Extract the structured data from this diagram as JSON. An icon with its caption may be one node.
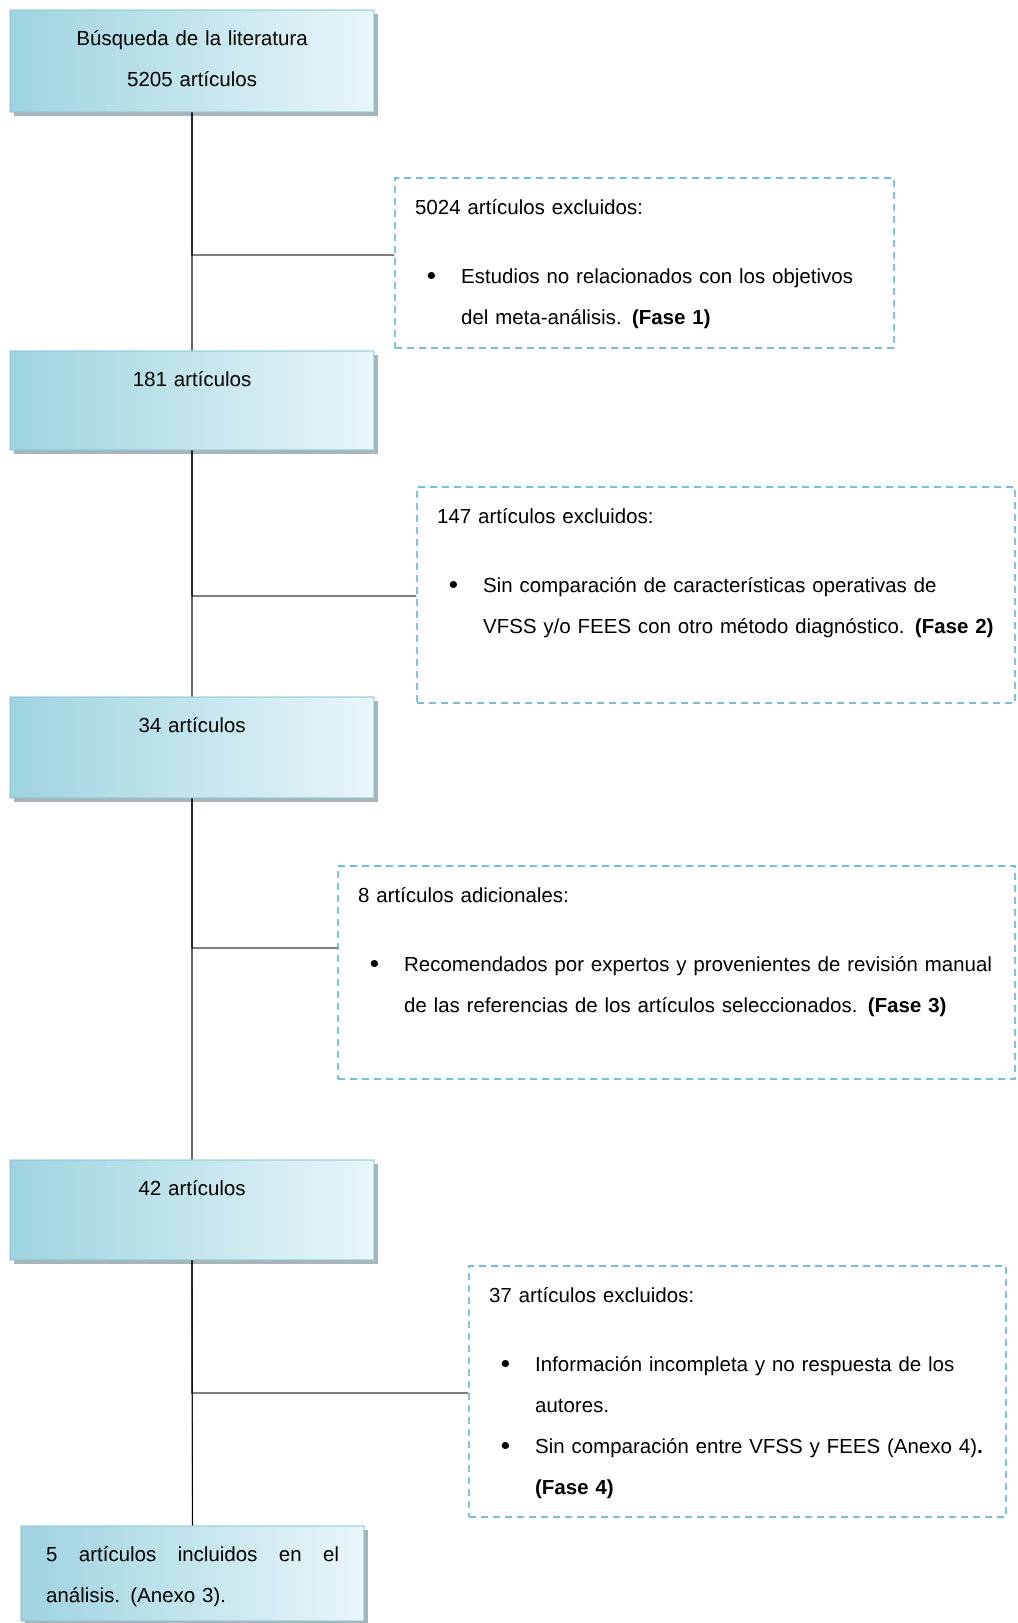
{
  "diagram": {
    "nodes": [
      {
        "text": [
          "Búsqueda de la literatura",
          "5205 artículos"
        ]
      },
      {
        "text": [
          "5024 artículos excluidos:",
          "Estudios no relacionados con los objetivos del meta-análisis. **(Fase 1)**"
        ]
      },
      {
        "text": [
          "181 artículos"
        ]
      },
      {
        "text": [
          "147 artículos excluidos:",
          "Sin comparación de características operativas de VFSS  y/o FEES con otro método diagnóstico. **(Fase 2)**"
        ]
      },
      {
        "text": [
          "34 artículos"
        ]
      },
      {
        "text": [
          "8 artículos adicionales:",
          "Recomendados por expertos y provenientes de revisión manual de las referencias de los artículos seleccionados. **(Fase 3)**"
        ]
      },
      {
        "text": [
          "42 artículos"
        ]
      },
      {
        "text": [
          "37 artículos excluidos:",
          "Información incompleta y no respuesta de los autores.",
          "Sin comparación entre VFSS y FEES (Anexo 4)**. (Fase 4)**"
        ]
      },
      {
        "text": [
          "5 artículos incluidos en el análisis. (Anexo 3)."
        ]
      }
    ],
    "edges": [
      {
        "from": 0,
        "to": 2,
        "arrow": "none"
      },
      {
        "from": 0,
        "to": 1,
        "arrow": "none"
      },
      {
        "from": 2,
        "to": 4,
        "arrow": "none"
      },
      {
        "from": 2,
        "to": 3,
        "arrow": "none"
      },
      {
        "from": 4,
        "to": 6,
        "arrow": "none"
      },
      {
        "from": 4,
        "to": 5,
        "arrow": "none"
      },
      {
        "from": 6,
        "to": 8,
        "arrow": "none"
      },
      {
        "from": 6,
        "to": 7,
        "arrow": "none"
      }
    ]
  }
}
